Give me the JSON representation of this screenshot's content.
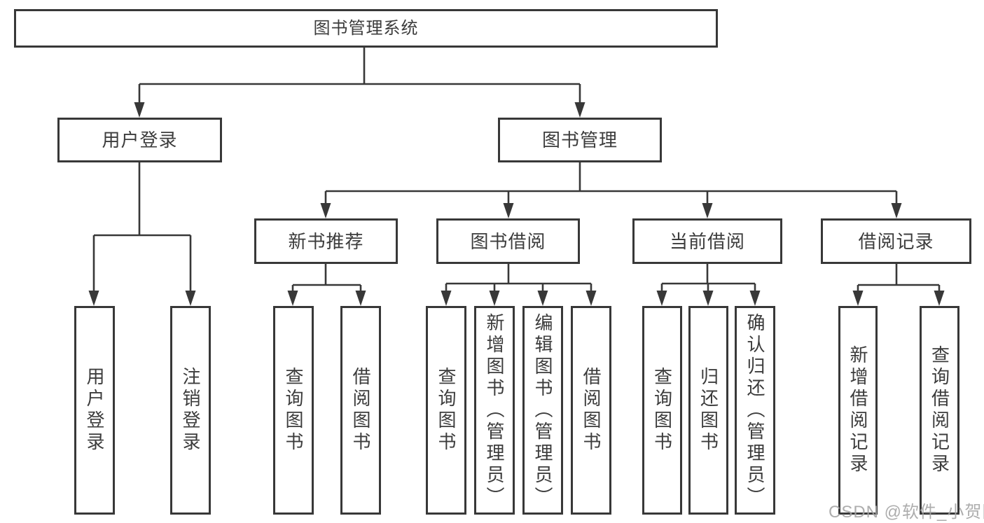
{
  "diagram": {
    "title": "图书管理系统",
    "watermark": "CSDN @软件_小贺同学",
    "colors": {
      "line": "#383838",
      "border": "#383838",
      "text": "#3c3c3c",
      "watermark": "#a4a4a4",
      "background": "#ffffff"
    },
    "nodes": {
      "root": "图书管理系统",
      "level1": [
        "用户登录",
        "图书管理"
      ],
      "level2": [
        "新书推荐",
        "图书借阅",
        "当前借阅",
        "借阅记录"
      ],
      "leaves": [
        "用户登录",
        "注销登录",
        "查询图书",
        "借阅图书",
        "查询图书",
        "新增图书（管理员）",
        "编辑图书（管理员）",
        "借阅图书",
        "查询图书",
        "归还图书",
        "确认归还（管理员）",
        "新增借阅记录",
        "查询借阅记录"
      ]
    },
    "structure_note": {
      "root_children": [
        "用户登录",
        "图书管理"
      ],
      "用户登录_children": [
        "用户登录",
        "注销登录"
      ],
      "图书管理_children": [
        "新书推荐",
        "图书借阅",
        "当前借阅",
        "借阅记录"
      ],
      "新书推荐_children": [
        "查询图书",
        "借阅图书"
      ],
      "图书借阅_children": [
        "查询图书",
        "新增图书（管理员）",
        "编辑图书（管理员）",
        "借阅图书"
      ],
      "当前借阅_children": [
        "查询图书",
        "归还图书",
        "确认归还（管理员）"
      ],
      "借阅记录_children": [
        "新增借阅记录",
        "查询借阅记录"
      ]
    }
  }
}
